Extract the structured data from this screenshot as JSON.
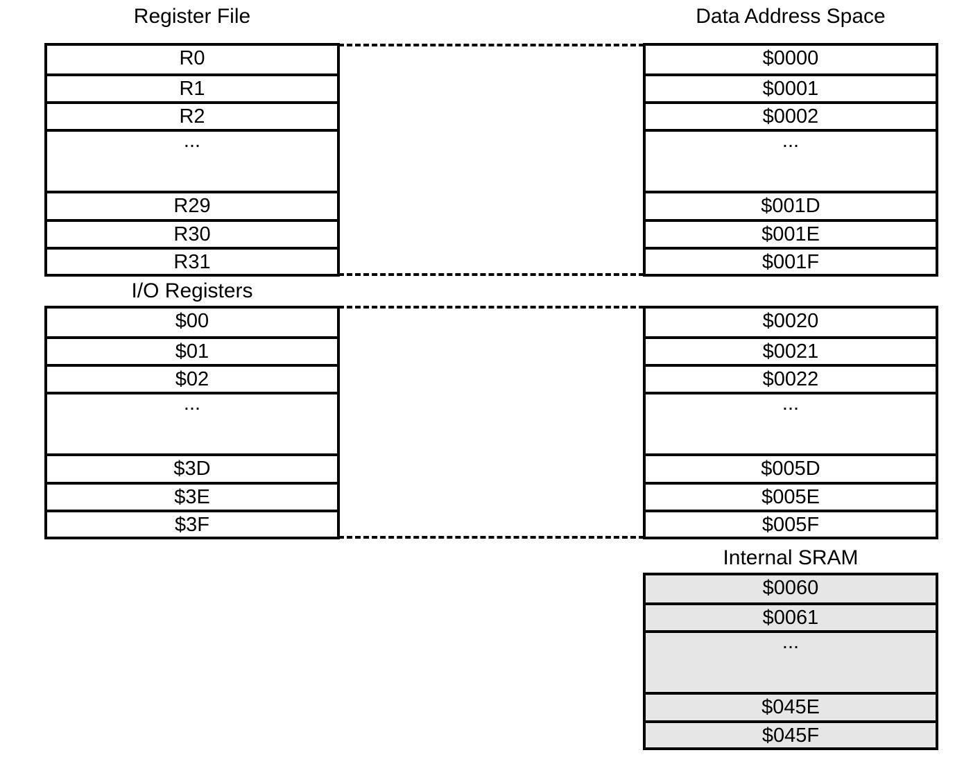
{
  "titles": {
    "register_file": "Register File",
    "data_address_space": "Data Address Space",
    "io_registers": "I/O Registers",
    "internal_sram": "Internal SRAM"
  },
  "register_file": [
    "R0",
    "R1",
    "R2",
    "...",
    "R29",
    "R30",
    "R31"
  ],
  "io_registers": [
    "$00",
    "$01",
    "$02",
    "...",
    "$3D",
    "$3E",
    "$3F"
  ],
  "data_space_registers": [
    "$0000",
    "$0001",
    "$0002",
    "...",
    "$001D",
    "$001E",
    "$001F"
  ],
  "data_space_io": [
    "$0020",
    "$0021",
    "$0022",
    "...",
    "$005D",
    "$005E",
    "$005F"
  ],
  "internal_sram": [
    "$0060",
    "$0061",
    "...",
    "$045E",
    "$045F"
  ],
  "colors": {
    "line": "#000000",
    "sram_fill": "#e6e6e6",
    "background": "#ffffff"
  }
}
